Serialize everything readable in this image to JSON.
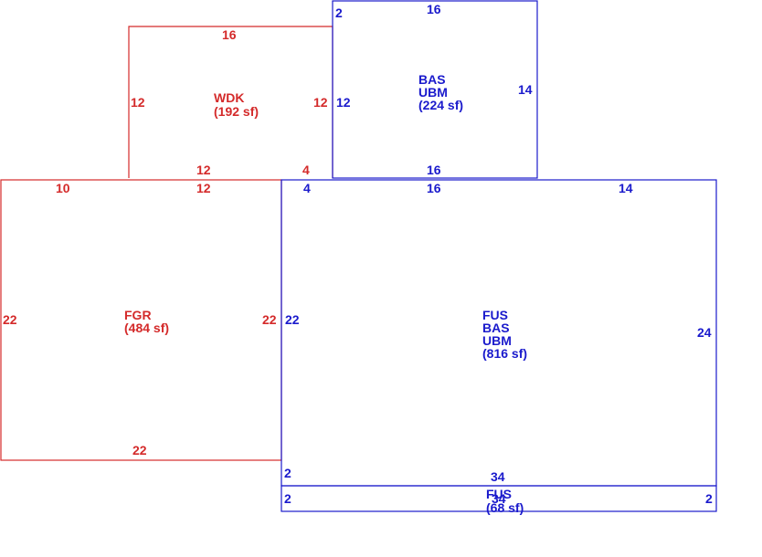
{
  "colors": {
    "red": "#d42a2a",
    "blue": "#1a1acc"
  },
  "areas": {
    "wdk": {
      "code": "WDK",
      "area": "(192 sf)"
    },
    "bas_upper": {
      "code1": "BAS",
      "code2": "UBM",
      "area": "(224 sf)"
    },
    "fgr": {
      "code": "FGR",
      "area": "(484 sf)"
    },
    "fus_main": {
      "code1": "FUS",
      "code2": "BAS",
      "code3": "UBM",
      "area": "(816 sf)"
    },
    "fus_strip": {
      "code": "FUS",
      "area": "(68 sf)"
    }
  },
  "dims": {
    "wdk_top": "16",
    "wdk_left": "12",
    "wdk_right": "12",
    "wdk_bottom": "12",
    "wdk_bottom_right": "4",
    "bas_topleft": "2",
    "bas_top": "16",
    "bas_left": "12",
    "bas_right": "14",
    "bas_bottom": "16",
    "fgr_top_left": "10",
    "fgr_top_mid": "12",
    "fgr_left": "22",
    "fgr_right": "22",
    "fgr_bottom": "22",
    "fus_top_left": "4",
    "fus_top_mid": "16",
    "fus_top_right": "14",
    "fus_left": "22",
    "fus_right": "24",
    "fus_bottom_left": "2",
    "fus_bottom": "34",
    "strip_left": "2",
    "strip_right": "2",
    "strip_bottom": "34"
  }
}
